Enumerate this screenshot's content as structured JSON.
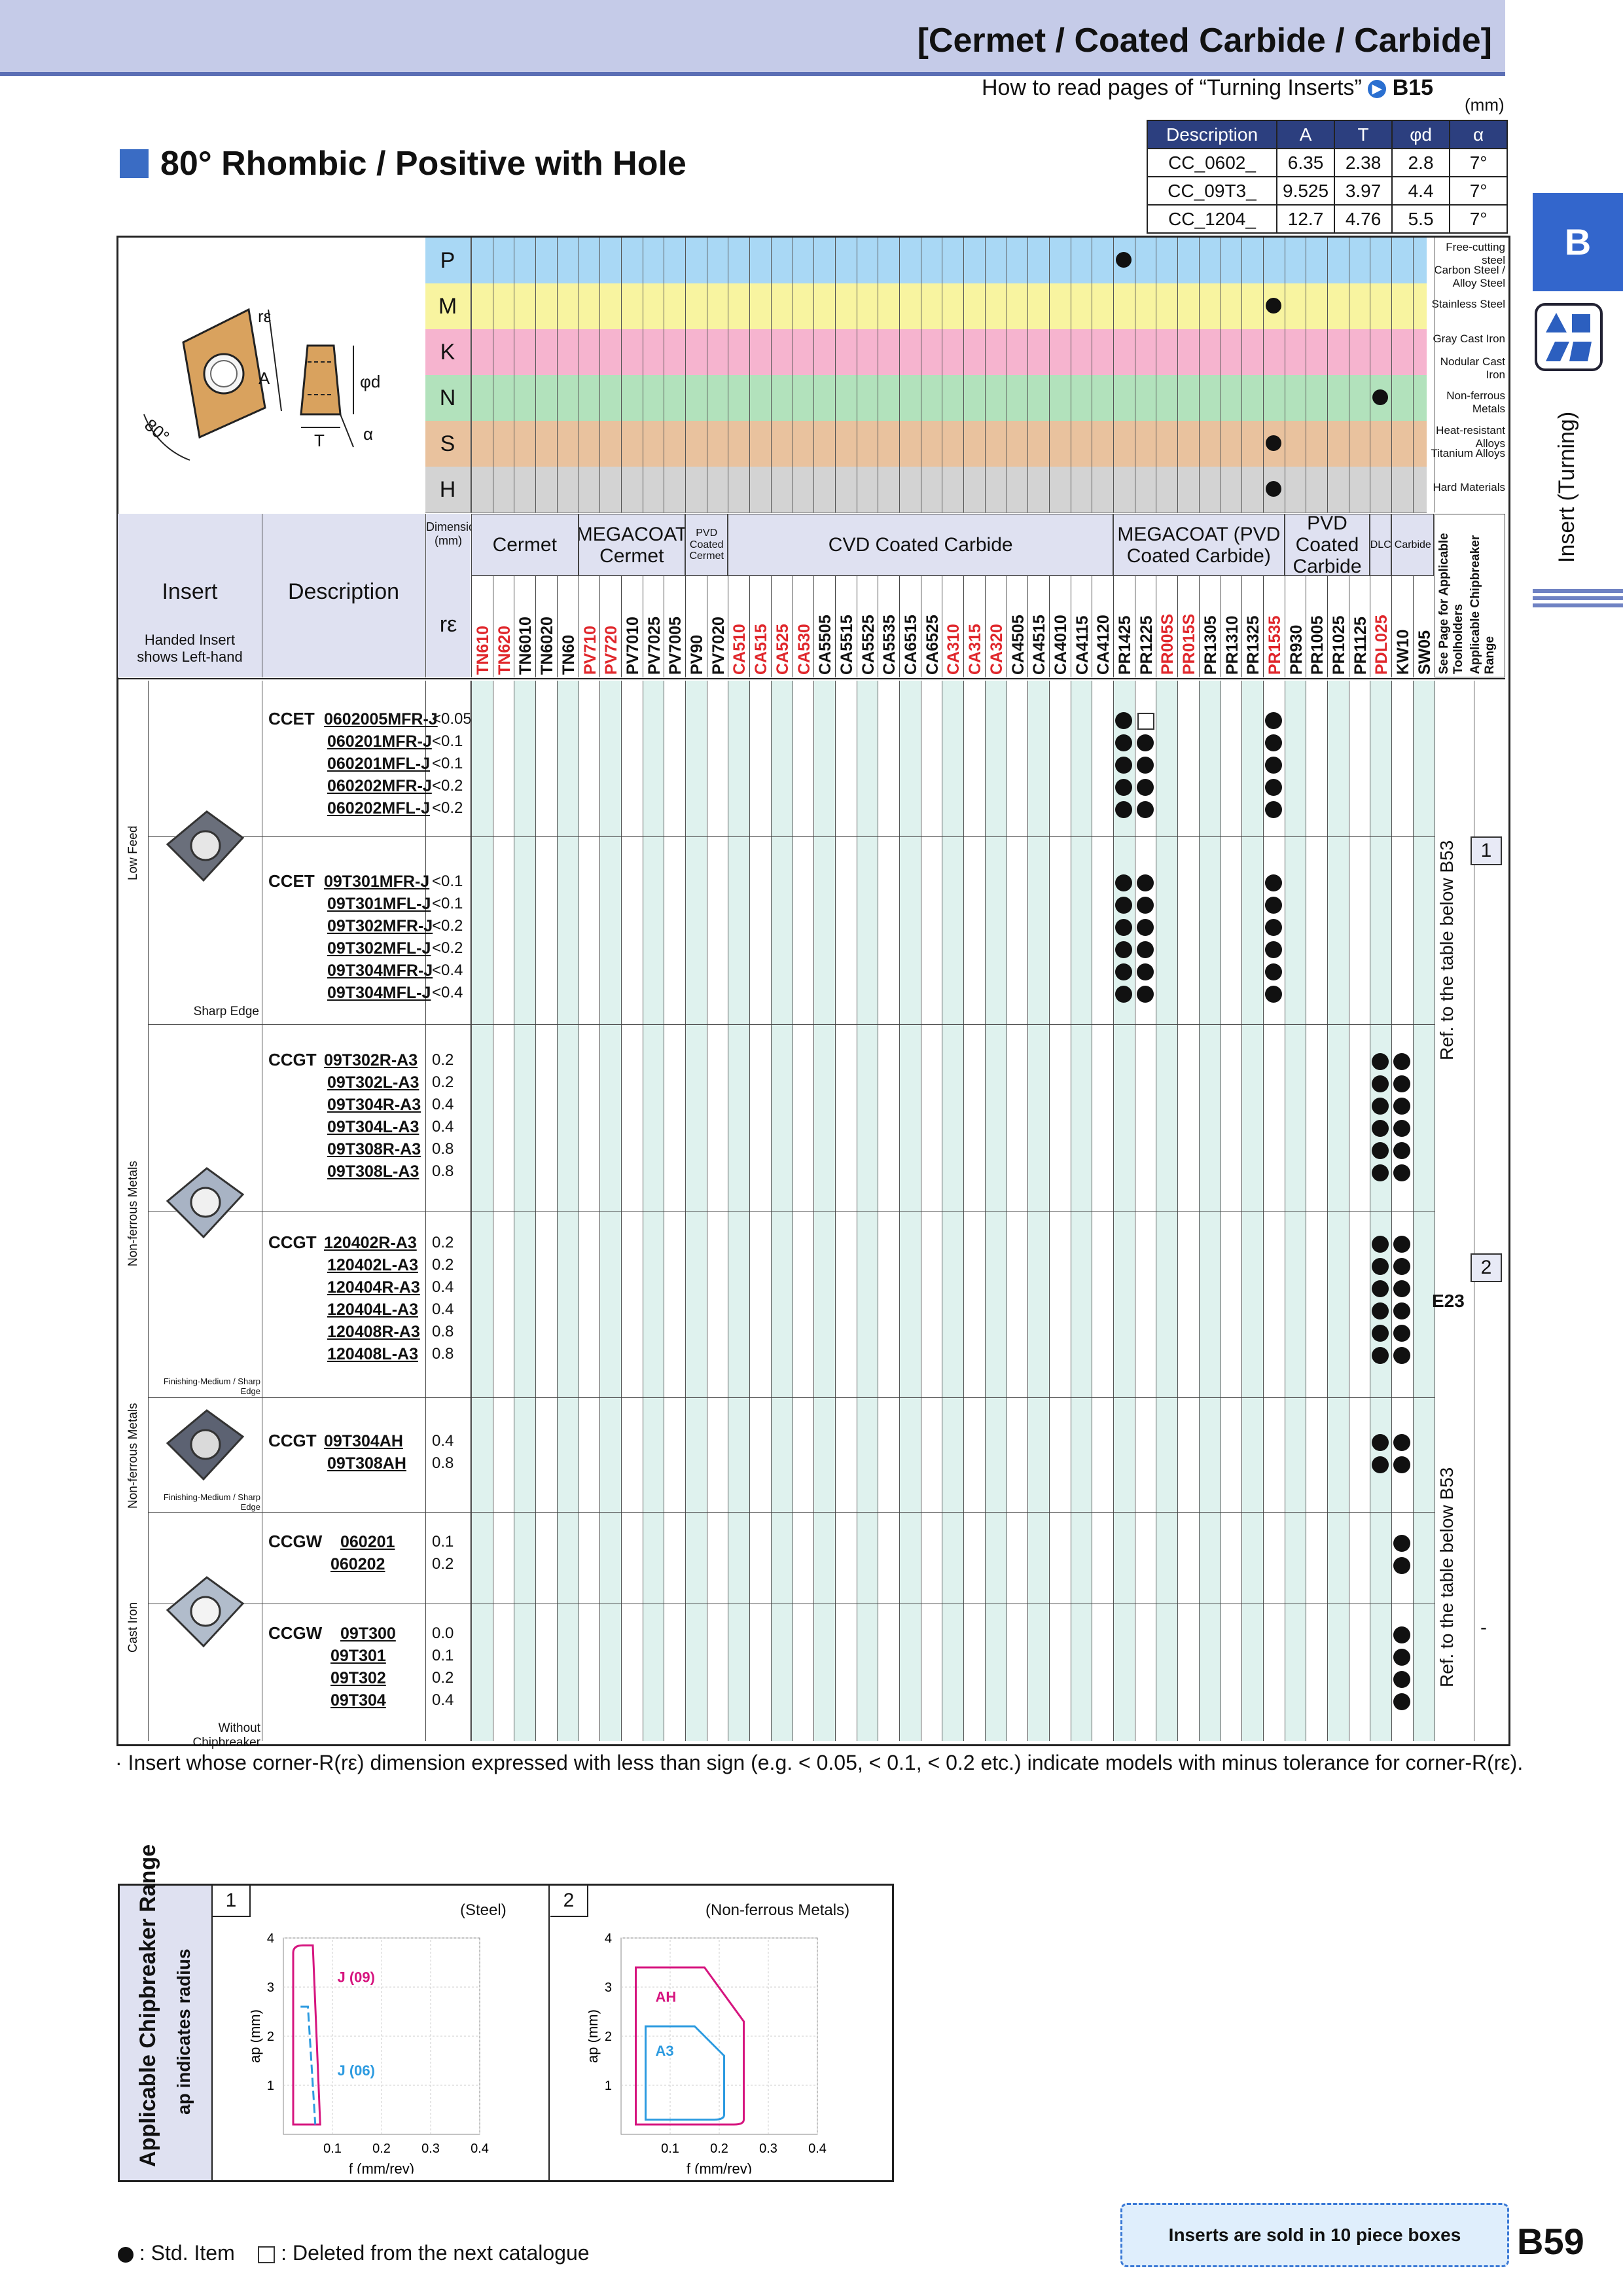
{
  "header": {
    "title": "[Cermet / Coated Carbide / Carbide]"
  },
  "howto": {
    "text": "How to read pages of “Turning Inserts”",
    "ref": "B15",
    "unit": "(mm)"
  },
  "spec_table": {
    "headers": [
      "Description",
      "A",
      "T",
      "φd",
      "α"
    ],
    "rows": [
      [
        "CC_0602_",
        "6.35",
        "2.38",
        "2.8",
        "7°"
      ],
      [
        "CC_09T3_",
        "9.525",
        "3.97",
        "4.4",
        "7°"
      ],
      [
        "CC_1204_",
        "12.7",
        "4.76",
        "5.5",
        "7°"
      ]
    ]
  },
  "section_title": "80° Rhombic / Positive with Hole",
  "side_tab": {
    "letter": "B",
    "label": "Insert (Turning)"
  },
  "diagram": {
    "re": "rε",
    "A": "A",
    "T": "T",
    "phid": "φd",
    "alpha": "α",
    "angle": "80°"
  },
  "materials": [
    {
      "letter": "P",
      "color": "#a9d8f5",
      "names": [
        "Free-cutting steel",
        "Carbon Steel / Alloy Steel"
      ]
    },
    {
      "letter": "M",
      "color": "#f8f4a0",
      "names": [
        "Stainless Steel"
      ]
    },
    {
      "letter": "K",
      "color": "#f6b4cf",
      "names": [
        "Gray Cast Iron",
        "Nodular Cast Iron"
      ]
    },
    {
      "letter": "N",
      "color": "#b2e2bc",
      "names": [
        "Non-ferrous Metals"
      ]
    },
    {
      "letter": "S",
      "color": "#e9c29e",
      "names": [
        "Heat-resistant Alloys",
        "Titanium Alloys"
      ]
    },
    {
      "letter": "H",
      "color": "#d3d3d3",
      "names": [
        "Hard Materials"
      ]
    }
  ],
  "col_headers": {
    "insert": "Insert",
    "handed": "Handed Insert shows Left-hand",
    "description": "Description",
    "dimension": "Dimension (mm)",
    "re": "rε",
    "cermet": "Cermet",
    "megacoat_cermet": "MEGACOAT Cermet",
    "pvd_coated_cermet": "PVD Coated Cermet",
    "cvd": "CVD Coated Carbide",
    "megacoat_pvd": "MEGACOAT (PVD Coated Carbide)",
    "pvd_carbide": "PVD Coated Carbide",
    "dlc": "DLC",
    "carbide": "Carbide",
    "see_page": "See Page for Applicable Toolholders",
    "applicable": "Applicable Chipbreaker Range"
  },
  "grades": [
    {
      "name": "TN610",
      "color": "#e0262b"
    },
    {
      "name": "TN620",
      "color": "#e0262b"
    },
    {
      "name": "TN6010",
      "color": "#111"
    },
    {
      "name": "TN6020",
      "color": "#111"
    },
    {
      "name": "TN60",
      "color": "#111"
    },
    {
      "name": "PV710",
      "color": "#e0262b"
    },
    {
      "name": "PV720",
      "color": "#e0262b"
    },
    {
      "name": "PV7010",
      "color": "#111"
    },
    {
      "name": "PV7025",
      "color": "#111"
    },
    {
      "name": "PV7005",
      "color": "#111"
    },
    {
      "name": "PV90",
      "color": "#111"
    },
    {
      "name": "PV7020",
      "color": "#111"
    },
    {
      "name": "CA510",
      "color": "#e0262b"
    },
    {
      "name": "CA515",
      "color": "#e0262b"
    },
    {
      "name": "CA525",
      "color": "#e0262b"
    },
    {
      "name": "CA530",
      "color": "#e0262b"
    },
    {
      "name": "CA5505",
      "color": "#111"
    },
    {
      "name": "CA5515",
      "color": "#111"
    },
    {
      "name": "CA5525",
      "color": "#111"
    },
    {
      "name": "CA5535",
      "color": "#111"
    },
    {
      "name": "CA6515",
      "color": "#111"
    },
    {
      "name": "CA6525",
      "color": "#111"
    },
    {
      "name": "CA310",
      "color": "#e0262b"
    },
    {
      "name": "CA315",
      "color": "#e0262b"
    },
    {
      "name": "CA320",
      "color": "#e0262b"
    },
    {
      "name": "CA4505",
      "color": "#111"
    },
    {
      "name": "CA4515",
      "color": "#111"
    },
    {
      "name": "CA4010",
      "color": "#111"
    },
    {
      "name": "CA4115",
      "color": "#111"
    },
    {
      "name": "CA4120",
      "color": "#111"
    },
    {
      "name": "PR1425",
      "color": "#111"
    },
    {
      "name": "PR1225",
      "color": "#111"
    },
    {
      "name": "PR005S",
      "color": "#e0262b"
    },
    {
      "name": "PR015S",
      "color": "#e0262b"
    },
    {
      "name": "PR1305",
      "color": "#111"
    },
    {
      "name": "PR1310",
      "color": "#111"
    },
    {
      "name": "PR1325",
      "color": "#111"
    },
    {
      "name": "PR1535",
      "color": "#e0262b"
    },
    {
      "name": "PR930",
      "color": "#111"
    },
    {
      "name": "PR1005",
      "color": "#111"
    },
    {
      "name": "PR1025",
      "color": "#111"
    },
    {
      "name": "PR1125",
      "color": "#111"
    },
    {
      "name": "PDL025",
      "color": "#e0262b"
    },
    {
      "name": "KW10",
      "color": "#111"
    },
    {
      "name": "SW05",
      "color": "#111"
    }
  ],
  "groups": [
    {
      "label": "Low Feed",
      "sub": "Sharp Edge"
    },
    {
      "label": "Non-ferrous Metals",
      "sub": "Finishing-Medium / Sharp Edge"
    },
    {
      "label": "Non-ferrous Metals",
      "sub": "Finishing-Medium / Sharp Edge"
    },
    {
      "label": "Cast Iron",
      "sub": "Without Chipbreaker"
    }
  ],
  "rows": [
    {
      "prefix": "CCET",
      "code": "0602005MFR-J",
      "re": "<0.05"
    },
    {
      "prefix": "",
      "code": "060201MFR-J",
      "re": "<0.1"
    },
    {
      "prefix": "",
      "code": "060201MFL-J",
      "re": "<0.1"
    },
    {
      "prefix": "",
      "code": "060202MFR-J",
      "re": "<0.2"
    },
    {
      "prefix": "",
      "code": "060202MFL-J",
      "re": "<0.2"
    },
    {
      "prefix": "CCET",
      "code": "09T301MFR-J",
      "re": "<0.1"
    },
    {
      "prefix": "",
      "code": "09T301MFL-J",
      "re": "<0.1"
    },
    {
      "prefix": "",
      "code": "09T302MFR-J",
      "re": "<0.2"
    },
    {
      "prefix": "",
      "code": "09T302MFL-J",
      "re": "<0.2"
    },
    {
      "prefix": "",
      "code": "09T304MFR-J",
      "re": "<0.4"
    },
    {
      "prefix": "",
      "code": "09T304MFL-J",
      "re": "<0.4"
    },
    {
      "prefix": "CCGT",
      "code": "09T302R-A3",
      "re": "0.2"
    },
    {
      "prefix": "",
      "code": "09T302L-A3",
      "re": "0.2"
    },
    {
      "prefix": "",
      "code": "09T304R-A3",
      "re": "0.4"
    },
    {
      "prefix": "",
      "code": "09T304L-A3",
      "re": "0.4"
    },
    {
      "prefix": "",
      "code": "09T308R-A3",
      "re": "0.8"
    },
    {
      "prefix": "",
      "code": "09T308L-A3",
      "re": "0.8"
    },
    {
      "prefix": "CCGT",
      "code": "120402R-A3",
      "re": "0.2"
    },
    {
      "prefix": "",
      "code": "120402L-A3",
      "re": "0.2"
    },
    {
      "prefix": "",
      "code": "120404R-A3",
      "re": "0.4"
    },
    {
      "prefix": "",
      "code": "120404L-A3",
      "re": "0.4"
    },
    {
      "prefix": "",
      "code": "120408R-A3",
      "re": "0.8"
    },
    {
      "prefix": "",
      "code": "120408L-A3",
      "re": "0.8"
    },
    {
      "prefix": "CCGT",
      "code": "09T304AH",
      "re": "0.4"
    },
    {
      "prefix": "",
      "code": "09T308AH",
      "re": "0.8"
    },
    {
      "prefix": "CCGW",
      "code": "060201",
      "re": "0.1"
    },
    {
      "prefix": "",
      "code": "060202",
      "re": "0.2"
    },
    {
      "prefix": "CCGW",
      "code": "09T300",
      "re": "0.0"
    },
    {
      "prefix": "",
      "code": "09T301",
      "re": "0.1"
    },
    {
      "prefix": "",
      "code": "09T302",
      "re": "0.2"
    },
    {
      "prefix": "",
      "code": "09T304",
      "re": "0.4"
    }
  ],
  "ref_text": {
    "a": "Ref. to the table below B53",
    "b": "E23",
    "c": "Ref. to the table below B53",
    "r1": "1",
    "r2": "2",
    "dash": "-"
  },
  "note": "· Insert whose corner-R(rε) dimension expressed with less than sign (e.g. < 0.05, < 0.1, < 0.2 etc.) indicate models with minus tolerance for corner-R(rε).",
  "chipbreaker": {
    "title": "Applicable Chipbreaker Range",
    "sub": "ap indicates radius",
    "charts": [
      {
        "num": "1",
        "title": "(Steel)",
        "xlabel": "f (mm/rev)",
        "ylabel": "ap (mm)",
        "xticks": [
          "0.1",
          "0.2",
          "0.3",
          "0.4"
        ],
        "yticks": [
          "1",
          "2",
          "3",
          "4"
        ],
        "labels": [
          "J (09)",
          "J (06)"
        ]
      },
      {
        "num": "2",
        "title": "(Non-ferrous Metals)",
        "xlabel": "f (mm/rev)",
        "ylabel": "ap (mm)",
        "xticks": [
          "0.1",
          "0.2",
          "0.3",
          "0.4"
        ],
        "yticks": [
          "1",
          "2",
          "3",
          "4"
        ],
        "labels": [
          "AH",
          "A3"
        ]
      }
    ]
  },
  "footer": {
    "legend_std": ": Std. Item",
    "legend_del": ": Deleted from the next catalogue",
    "box": "Inserts are sold in 10 piece boxes",
    "page": "B59"
  }
}
